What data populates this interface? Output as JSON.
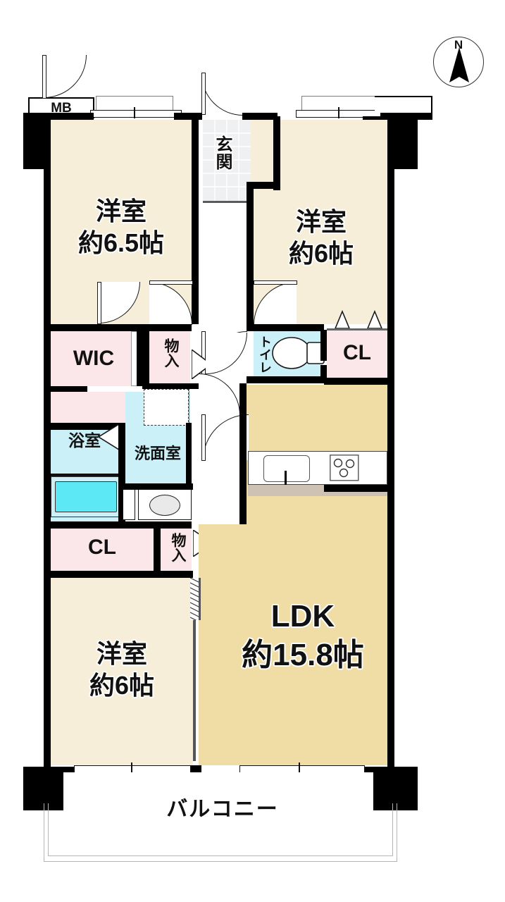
{
  "document": {
    "type": "japanese-floor-plan",
    "layout_code": "3LDK"
  },
  "compass": {
    "label": "N",
    "name": "north-arrow"
  },
  "rooms": [
    {
      "id": "bedroom_nw",
      "label_line1": "洋室",
      "label_line2": "約6.5帖",
      "type": "western-room",
      "size_jo": 6.5,
      "fill": "#f6eed8"
    },
    {
      "id": "bedroom_ne",
      "label_line1": "洋室",
      "label_line2": "約6帖",
      "type": "western-room",
      "size_jo": 6,
      "fill": "#f6eed8"
    },
    {
      "id": "bedroom_sw",
      "label_line1": "洋室",
      "label_line2": "約6帖",
      "type": "western-room",
      "size_jo": 6,
      "fill": "#f6eed8"
    },
    {
      "id": "ldk",
      "label_line1": "LDK",
      "label_line2": "約15.8帖",
      "type": "living-dining-kitchen",
      "size_jo": 15.8,
      "fill": "#f0dca5"
    }
  ],
  "labels": {
    "entrance": "玄関",
    "mb": "MB",
    "wic": "WIC",
    "storage_upper": "物入",
    "storage_lower": "物入",
    "toilet": "トイレ",
    "closet_ne": "CL",
    "closet_sw": "CL",
    "bath": "浴室",
    "washroom": "洗面室",
    "balcony": "バルコニー"
  },
  "colors": {
    "tatami_floor": "#f6eed8",
    "ldk_floor": "#f0dca5",
    "closet_floor": "#fbe6e9",
    "wet_area_floor": "#ccf0f7",
    "entrance_tile": "#eef0f2",
    "entrance_step": "#cdbca6",
    "kitchen_counter": "#cdc2b4",
    "bathtub": "#5ce8f5",
    "wall": "#000000",
    "balcony": "#ffffff"
  },
  "fixtures": [
    {
      "name": "kitchen-sink",
      "room": "ldk"
    },
    {
      "name": "stove-burners",
      "room": "ldk",
      "burners": 3
    },
    {
      "name": "bathtub",
      "room": "bath"
    },
    {
      "name": "washbasin",
      "room": "washroom"
    },
    {
      "name": "toilet-bowl",
      "room": "toilet"
    },
    {
      "name": "washing-machine-space",
      "room": "washroom"
    }
  ]
}
